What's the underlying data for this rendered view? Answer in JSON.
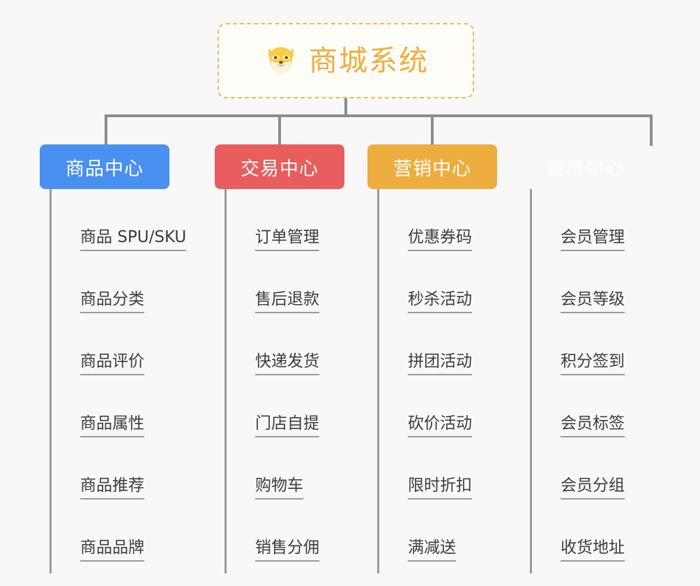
{
  "page": {
    "background": "#f8f8f8",
    "title": "商城系统"
  },
  "root": {
    "label": "商城系统",
    "icon": "shiba-inu-icon",
    "text_color": "#f0ad3e",
    "border_color": "#f0b952",
    "background": "#fffdf8"
  },
  "connector_color": "#8c8c8c",
  "columns": [
    {
      "key": "product",
      "label": "商品中心",
      "color": "#4a90f0",
      "items": [
        "商品 SPU/SKU",
        "商品分类",
        "商品评价",
        "商品属性",
        "商品推荐",
        "商品品牌"
      ]
    },
    {
      "key": "trade",
      "label": "交易中心",
      "color": "#e85d5d",
      "items": [
        "订单管理",
        "售后退款",
        "快递发货",
        "门店自提",
        "购物车",
        "销售分佣"
      ]
    },
    {
      "key": "marketing",
      "label": "营销中心",
      "color": "#eead3f",
      "items": [
        "优惠券码",
        "秒杀活动",
        "拼团活动",
        "砍价活动",
        "限时折扣",
        "满减送"
      ]
    },
    {
      "key": "member",
      "label": "会员中心",
      "color": "#78c council43",
      "items": [
        "会员管理",
        "会员等级",
        "积分签到",
        "会员标签",
        "会员分组",
        "收货地址"
      ]
    }
  ]
}
